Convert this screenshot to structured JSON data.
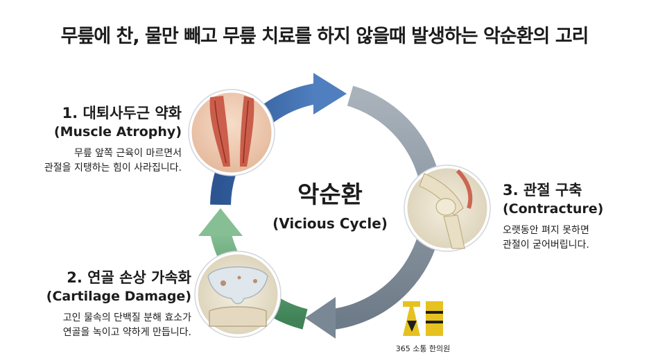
{
  "title": "무릎에 찬, 물만 빼고 무릎 치료를 하지 않을때 발생하는 악순환의 고리",
  "center": {
    "title": "악순환",
    "subtitle": "(Vicious Cycle)"
  },
  "steps": [
    {
      "number": "1",
      "title": "1. 대퇴사두근 약화",
      "subtitle": "(Muscle Atrophy)",
      "desc": [
        "무릎 앞쪽 근육이 마르면서",
        "관절을 지탱하는 힘이 사라집니다."
      ]
    },
    {
      "number": "2",
      "title": "2. 연골 손상 가속화",
      "subtitle": "(Cartilage Damage)",
      "desc": [
        "고인 물속의 단백질 분해 효소가",
        "연골을 녹이고 약하게 만듭니다."
      ]
    },
    {
      "number": "3",
      "title": "3. 관절 구축",
      "subtitle": "(Contracture)",
      "desc": [
        "오랫동안 펴지 못하면",
        "관절이 굳어버립니다."
      ]
    }
  ],
  "logo": {
    "text": "365 소통 한의원"
  },
  "colors": {
    "arrow_blue": "#3d6aa8",
    "arrow_gray": "#8c98a5",
    "arrow_green": "#5f9e72",
    "logo_yellow": "#e6c220"
  }
}
